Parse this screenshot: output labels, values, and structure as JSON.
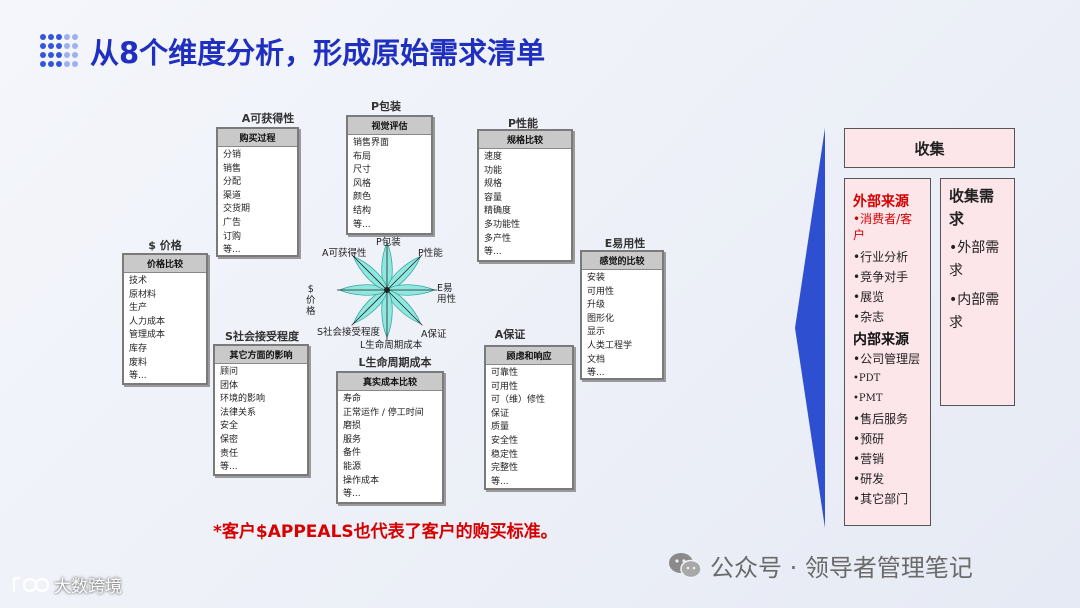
{
  "title": "从8个维度分析，形成原始需求清单",
  "dimensions": [
    {
      "key": "a_avail",
      "label": "A可获得性",
      "header": "购买过程",
      "items": [
        "分销",
        "销售",
        "分配",
        "渠道",
        "交货期",
        "广告",
        "订购",
        "等..."
      ]
    },
    {
      "key": "p_pack",
      "label": "P包装",
      "header": "视觉评估",
      "items": [
        "销售界面",
        "布局",
        "尺寸",
        "风格",
        "颜色",
        "结构",
        "等..."
      ]
    },
    {
      "key": "p_perf",
      "label": "P性能",
      "header": "规格比较",
      "items": [
        "速度",
        "功能",
        "规格",
        "容量",
        "精确度",
        "多功能性",
        "多产性",
        "等..."
      ]
    },
    {
      "key": "price",
      "label": "$ 价格",
      "header": "价格比较",
      "items": [
        "技术",
        "原材料",
        "生产",
        "人力成本",
        "管理成本",
        "库存",
        "废料",
        "等..."
      ]
    },
    {
      "key": "e_ease",
      "label": "E易用性",
      "header": "感觉的比较",
      "items": [
        "安装",
        "可用性",
        "升级",
        "图形化",
        "显示",
        "人类工程学",
        "文档",
        "等..."
      ]
    },
    {
      "key": "s_social",
      "label": "S社会接受程度",
      "header": "其它方面的影响",
      "items": [
        "顾问",
        "团体",
        "环境的影响",
        "法律关系",
        "安全",
        "保密",
        "责任",
        "等..."
      ]
    },
    {
      "key": "l_life",
      "label": "L生命周期成本",
      "header": "真实成本比较",
      "items": [
        "寿命",
        "正常运作 / 停工时间",
        "磨损",
        "服务",
        "备件",
        "能源",
        "操作成本",
        "等..."
      ]
    },
    {
      "key": "a_assure",
      "label": "A保证",
      "header": "顾虑和响应",
      "items": [
        "可靠性",
        "可用性",
        "可（维）修性",
        "保证",
        "质量",
        "安全性",
        "稳定性",
        "完整性",
        "等..."
      ]
    }
  ],
  "star_labels": {
    "top": "P包装",
    "top_left": "A可获得性",
    "top_right": "P性能",
    "right": "E易\n用性",
    "left": "$\n价\n格",
    "bottom_left": "S社会接受程度",
    "bottom": "L生命周期成本",
    "bottom_right": "A保证"
  },
  "note": "*客户$APPEALS也代表了客户的购买标准。",
  "collect": {
    "title": "收集",
    "external_title": "外部来源",
    "external_red": "•消费者/客户",
    "external_items": [
      "•行业分析",
      "•竞争对手",
      "•展览",
      "•杂志"
    ],
    "internal_title": "内部来源",
    "internal_items": [
      {
        "text": "•公司管理层",
        "small": false
      },
      {
        "text": "•PDT",
        "small": true
      },
      {
        "text": "•PMT",
        "small": true
      },
      {
        "text": "•售后服务",
        "small": false
      },
      {
        "text": "•预研",
        "small": false
      },
      {
        "text": "•营销",
        "small": false
      },
      {
        "text": "•研发",
        "small": false
      },
      {
        "text": "•其它部门",
        "small": false
      }
    ],
    "need_title": "收集需求",
    "need_items": [
      "•外部需求",
      "•内部需求"
    ]
  },
  "watermark_right": "公众号 · 领导者管理笔记",
  "watermark_left": "大数跨境",
  "colors": {
    "title": "#1f2fbf",
    "note": "#d60000",
    "star": "#8fe8e0",
    "panel": "#fde6ea",
    "triangle": "#2e4fd0"
  }
}
